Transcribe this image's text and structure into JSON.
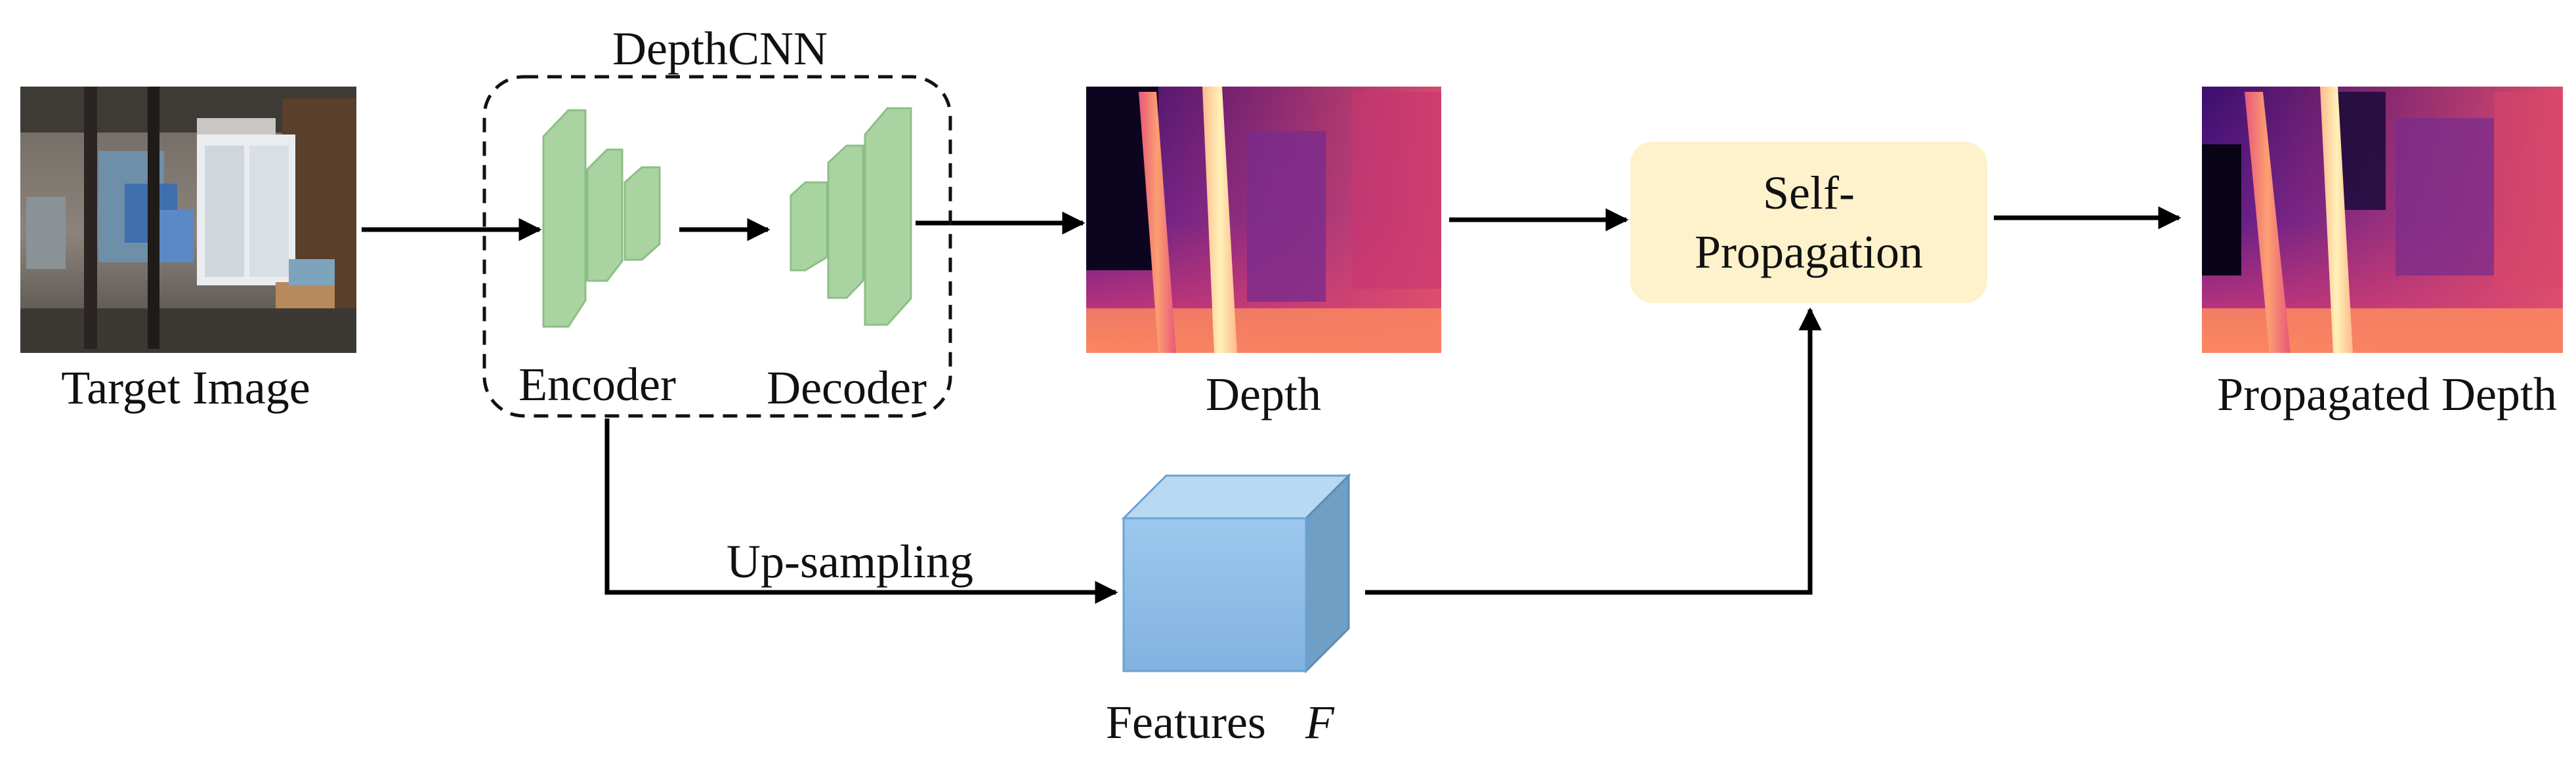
{
  "labels": {
    "target_image": "Target Image",
    "depthcnn": "DepthCNN",
    "encoder": "Encoder",
    "decoder": "Decoder",
    "depth": "Depth",
    "propagated_depth": "Propagated Depth",
    "up_sampling": "Up-sampling",
    "features": "Features",
    "features_symbol": "F"
  },
  "self_propagation": {
    "line1": "Self-",
    "line2": "Propagation"
  },
  "colors": {
    "encoder_decoder_green": "#a9d4a2",
    "features_cube_blue": "#8fbde6",
    "self_propagation_fill": "#fef2cc",
    "arrow": "#000000"
  }
}
